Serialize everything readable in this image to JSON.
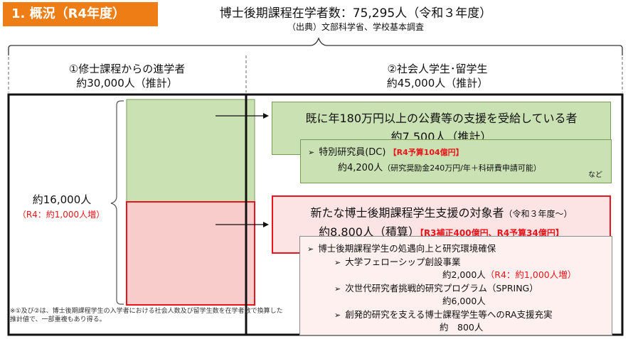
{
  "header": {
    "badge": "1. 概況（R4年度）",
    "headline": "博士後期課程在学者数：75,295人（令和３年度）",
    "source": "（出典）文部科学省、学校基本調査"
  },
  "columns": [
    {
      "title": "①修士課程からの進学者",
      "estimate": "約30,000人（推計）"
    },
    {
      "title": "②社会人学生･留学生",
      "estimate": "約45,000人（推計）"
    }
  ],
  "left_summary": {
    "total": "約16,000人",
    "increase": "（R4：約1,000人増）"
  },
  "support_box": {
    "line1": "既に年180万円以上の公費等の支援を受給している者",
    "line2": "約7,500人（推計）",
    "sub": {
      "title": "特別研究員(DC)",
      "budget": "【R4予算104億円】",
      "count": "約4,200人",
      "detail": "（研究奨励金240万円/年＋科研費申請可能）",
      "etc": "など"
    }
  },
  "target_box": {
    "line1": "新たな博士後期課程学生支援の対象者",
    "line1_suffix": "（令和３年度～）",
    "line2": "約8,800人（積算）",
    "budget": "【R3補正400億円、R4予算34億円】",
    "details": {
      "title": "博士後期課程学生の処遇向上と研究環境確保",
      "items": [
        {
          "name": "大学フェローシップ創設事業",
          "count": "約2,000人",
          "note": "（R4：約1,000人増）"
        },
        {
          "name": "次世代研究者挑戦的研究プログラム（SPRING）",
          "count": "約6,000人",
          "note": ""
        },
        {
          "name": "創発的研究を支える博士課程学生等へのRA支援充実",
          "count": "約　800人",
          "note": ""
        }
      ]
    }
  },
  "footnote": {
    "line1": "※①及び②は、博士後期課程学生の入学者における社会人数及び留学生数を在学者数で換算した",
    "line2": "推計値で、一部重複もあり得る。"
  },
  "colors": {
    "orange": "#ef7d15",
    "green": "#c9e1b3",
    "pink": "#f9cccc",
    "red": "#e8161c"
  }
}
